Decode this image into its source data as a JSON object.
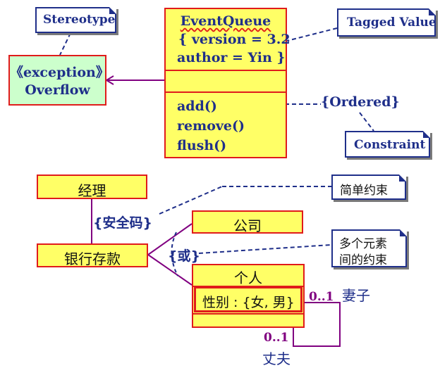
{
  "top_diagram": {
    "stereotype_note": "Stereotype",
    "tagged_value_note": "Tagged Value",
    "constraint_note": "Constraint",
    "exception_class": {
      "stereotype": "《exception》",
      "name": "Overflow"
    },
    "event_queue_class": {
      "name": "EventQueue",
      "tag_version": "{ version = 3.2",
      "tag_author": "author = Yin }",
      "operations": [
        "add()",
        "remove()",
        "flush()"
      ]
    },
    "ordered_constraint": "{Ordered}"
  },
  "bottom_diagram": {
    "manager_class": "经理",
    "security_constraint": "{安全码}",
    "simple_constraint_note": "简单约束",
    "deposit_class": "银行存款",
    "company_class": "公司",
    "person_class": "个人",
    "or_constraint": "{或}",
    "multi_constraint_note": [
      "多个元素",
      "间的约束"
    ],
    "gender_attr": "性别 : {女, 男}",
    "multiplicity_wife": "0..1",
    "role_wife": "妻子",
    "multiplicity_husband": "0..1",
    "role_husband": "丈夫"
  },
  "colors": {
    "class_fill": "#ffff66",
    "class_border": "#e01b1b",
    "exception_fill": "#ccffcc",
    "note_border": "#1f2f8a",
    "text": "#1f2f8a",
    "association": "#800080"
  }
}
